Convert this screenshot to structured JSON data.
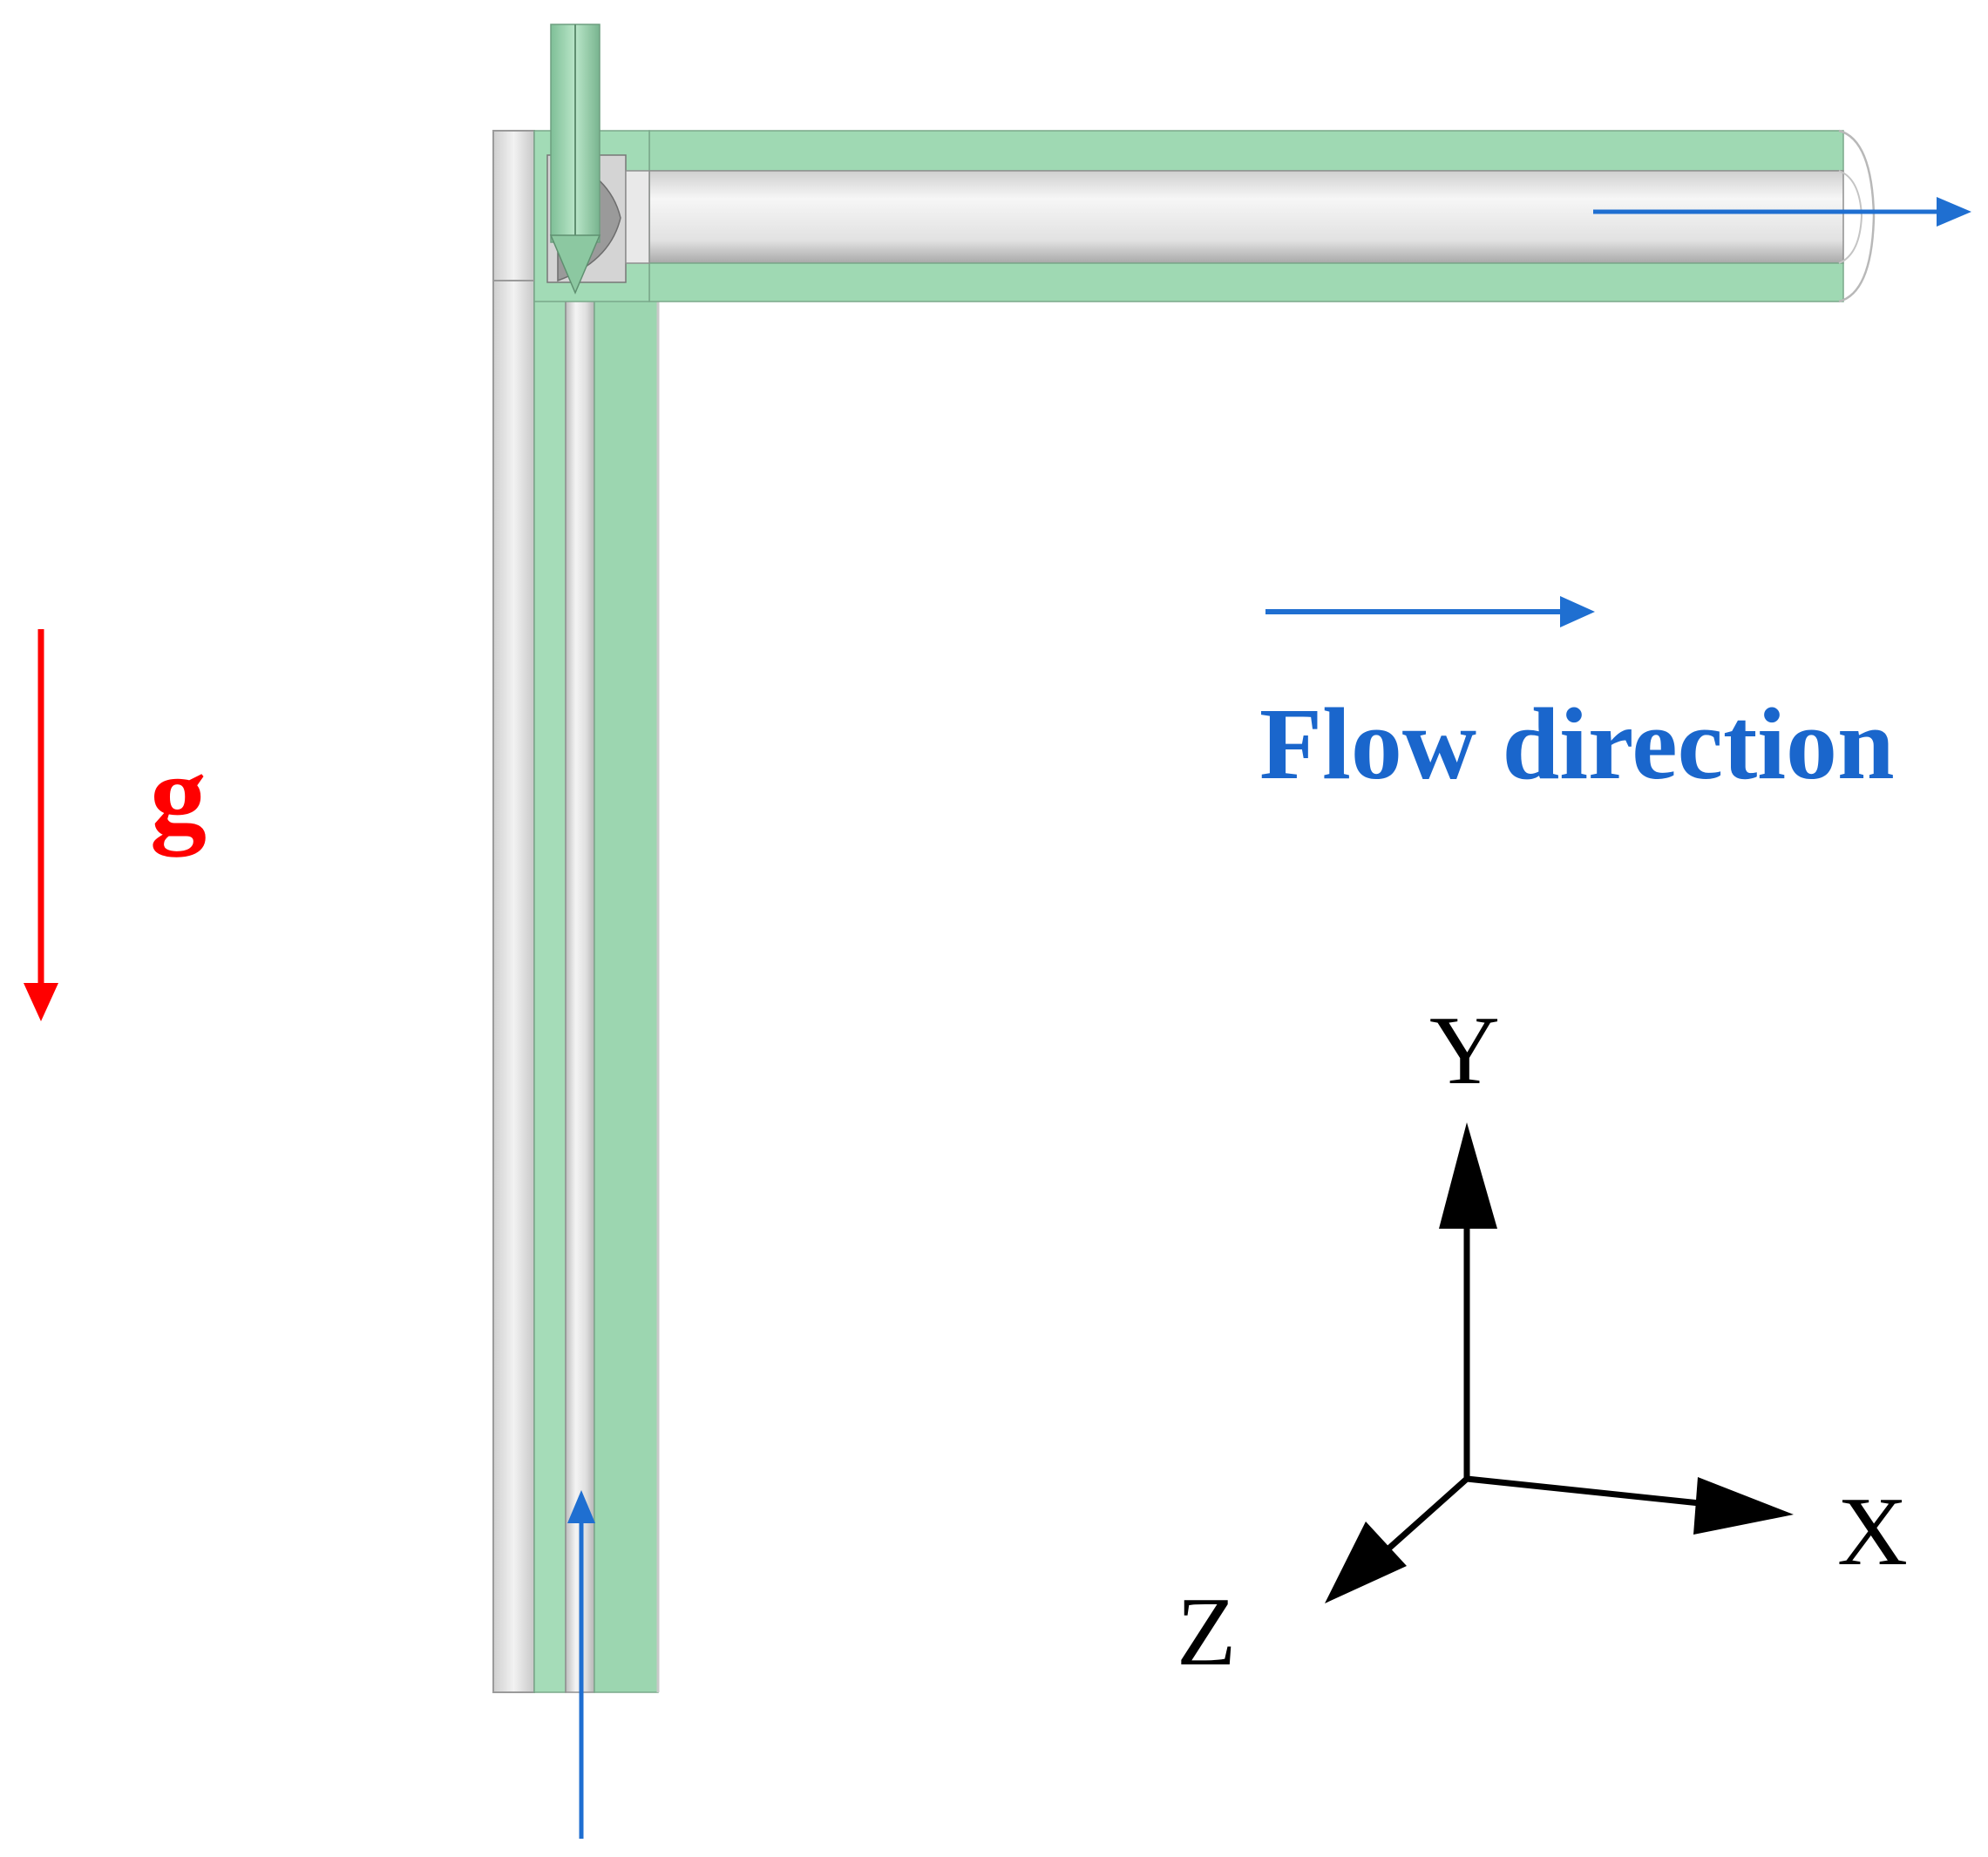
{
  "labels": {
    "flow_direction": "Flow direction",
    "gravity": "g",
    "axis_x": "X",
    "axis_y": "Y",
    "axis_z": "Z"
  },
  "colors": {
    "pipe_wall_green": "#9fd9b3",
    "pipe_wall_green_dark": "#8ccca1",
    "pipe_bore_grey": "#e6e6e6",
    "pipe_bore_grey_dark": "#bdbdbd",
    "flow_arrow_blue": "#1f6fd1",
    "flow_text_blue": "#1a66cc",
    "gravity_red": "#ff0000",
    "axis_black": "#000000"
  }
}
